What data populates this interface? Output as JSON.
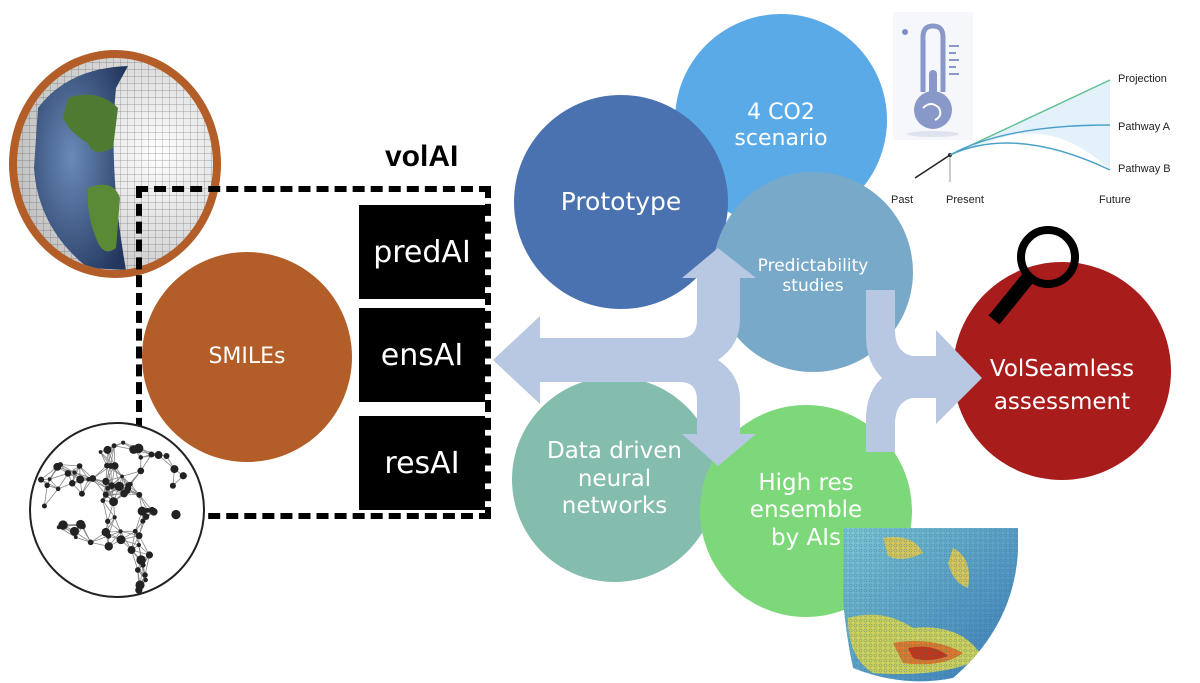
{
  "title": "volAI",
  "volai_modules": [
    "predAI",
    "ensAI",
    "resAI"
  ],
  "nodes": {
    "smiles": {
      "label": "SMILEs",
      "color": "#B35E28"
    },
    "prototype": {
      "label": "Prototype",
      "color": "#4A72B0"
    },
    "co2": {
      "label": "4 CO2\nscenario",
      "color": "#5BAAE8"
    },
    "predictability": {
      "label": "Predictability\nstudies",
      "color": "#78A9C9"
    },
    "data_driven": {
      "label": "Data driven\nneural\nnetworks",
      "color": "#84BCAE"
    },
    "high_res": {
      "label": "High res\nensemble\nby AIs",
      "color": "#7DD87A"
    },
    "volseamless": {
      "label": "VolSeamless\nassessment",
      "color": "#A81C1C"
    }
  },
  "arrow_color": "#B8C7E2",
  "scenario_chart": {
    "x_labels": [
      "Past",
      "Present",
      "Future"
    ],
    "series_labels": [
      "Projection",
      "Pathway A",
      "Pathway B"
    ]
  },
  "icons": {
    "globe": "globe-grid-icon",
    "brain": "brain-network-icon",
    "thermometer": "thermometer-earth-icon",
    "magnifier": "magnifying-glass-icon",
    "climate_map": "climate-globe-map-icon"
  }
}
